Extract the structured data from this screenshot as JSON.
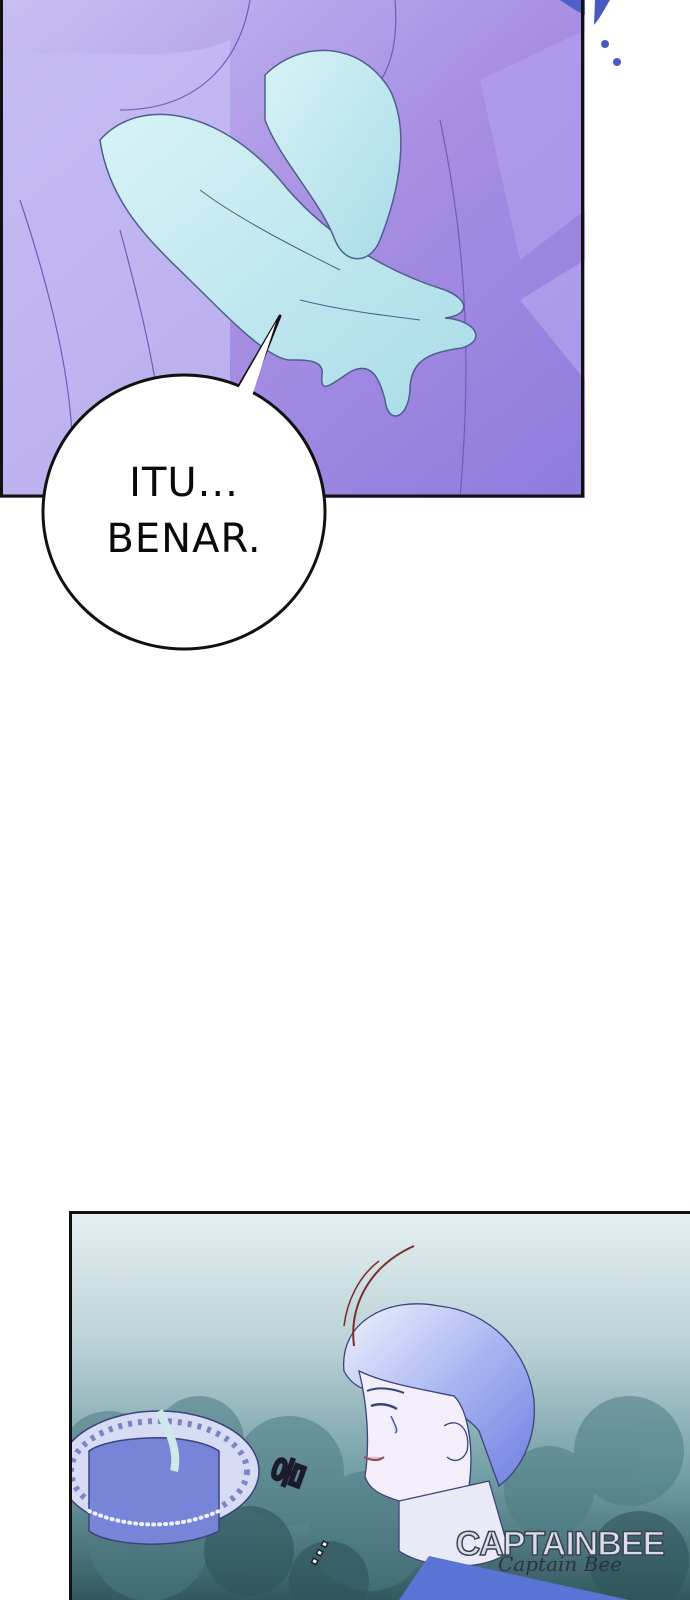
{
  "speech_bubble": {
    "line1": "ITU...",
    "line2": "BENAR."
  },
  "sfx": {
    "glyph": "움",
    "dots": "..."
  },
  "watermark": {
    "main": "CAPTAINBEE",
    "signature": "Captain Bee"
  },
  "colors": {
    "panel_border": "#111111",
    "top_panel_purple": "#a994e6",
    "skin_highlight": "#bfe9f2",
    "forest_dark": "#3d6a73",
    "hair_lavender": "#a6b2f1"
  }
}
